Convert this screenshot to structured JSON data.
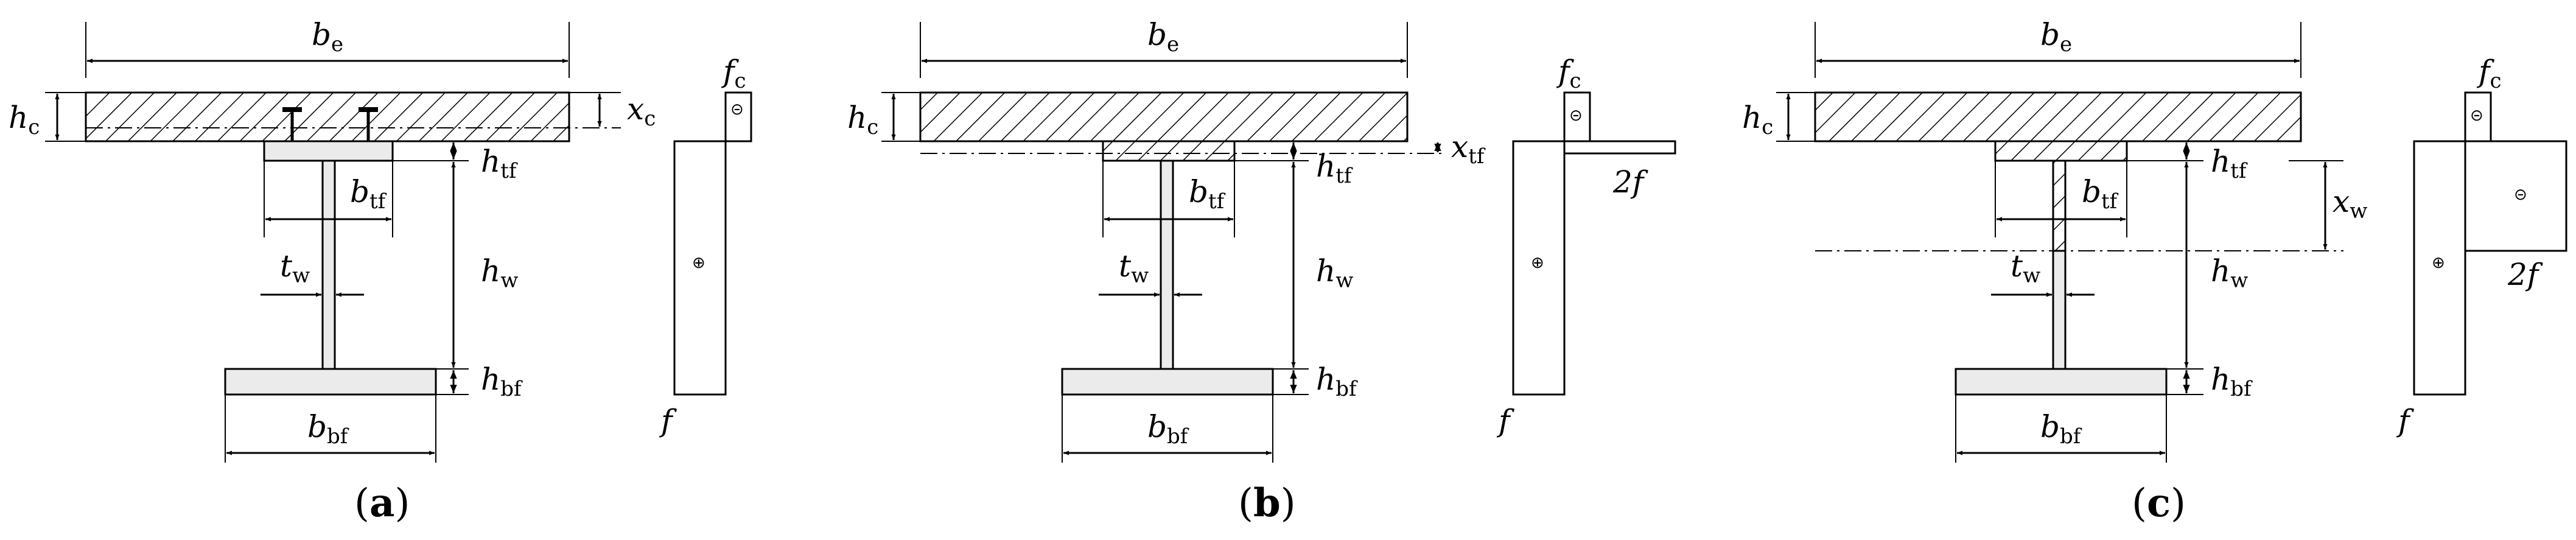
{
  "panels": [
    {
      "caption": {
        "open": "(",
        "letter": "a",
        "close": ")"
      },
      "be": {
        "sym": "b",
        "sub": "e"
      },
      "hc": {
        "sym": "h",
        "sub": "c"
      },
      "xn": {
        "sym": "x",
        "sub": "c"
      },
      "htf": {
        "sym": "h",
        "sub": "tf"
      },
      "btf": {
        "sym": "b",
        "sub": "tf"
      },
      "tw": {
        "sym": "t",
        "sub": "w"
      },
      "hw": {
        "sym": "h",
        "sub": "w"
      },
      "hbf": {
        "sym": "h",
        "sub": "bf"
      },
      "bbf": {
        "sym": "b",
        "sub": "bf"
      },
      "fc": {
        "sym": "f",
        "sub": "c"
      },
      "f": "f",
      "comp_sign": "⊝",
      "tens_sign": "⊕"
    },
    {
      "caption": {
        "open": "(",
        "letter": "b",
        "close": ")"
      },
      "be": {
        "sym": "b",
        "sub": "e"
      },
      "hc": {
        "sym": "h",
        "sub": "c"
      },
      "xn": {
        "sym": "x",
        "sub": "tf"
      },
      "htf": {
        "sym": "h",
        "sub": "tf"
      },
      "btf": {
        "sym": "b",
        "sub": "tf"
      },
      "tw": {
        "sym": "t",
        "sub": "w"
      },
      "hw": {
        "sym": "h",
        "sub": "w"
      },
      "hbf": {
        "sym": "h",
        "sub": "bf"
      },
      "bbf": {
        "sym": "b",
        "sub": "bf"
      },
      "fc": {
        "sym": "f",
        "sub": "c"
      },
      "f": "f",
      "f2": "2f",
      "comp_sign": "⊝",
      "tens_sign": "⊕"
    },
    {
      "caption": {
        "open": "(",
        "letter": "c",
        "close": ")"
      },
      "be": {
        "sym": "b",
        "sub": "e"
      },
      "hc": {
        "sym": "h",
        "sub": "c"
      },
      "xn": {
        "sym": "x",
        "sub": "w"
      },
      "htf": {
        "sym": "h",
        "sub": "tf"
      },
      "btf": {
        "sym": "b",
        "sub": "tf"
      },
      "tw": {
        "sym": "t",
        "sub": "w"
      },
      "hw": {
        "sym": "h",
        "sub": "w"
      },
      "hbf": {
        "sym": "h",
        "sub": "bf"
      },
      "bbf": {
        "sym": "b",
        "sub": "bf"
      },
      "fc": {
        "sym": "f",
        "sub": "c"
      },
      "f": "f",
      "f2": "2f",
      "comp_sign": "⊝",
      "comp_sign_web": "⊝",
      "tens_sign": "⊕"
    }
  ]
}
